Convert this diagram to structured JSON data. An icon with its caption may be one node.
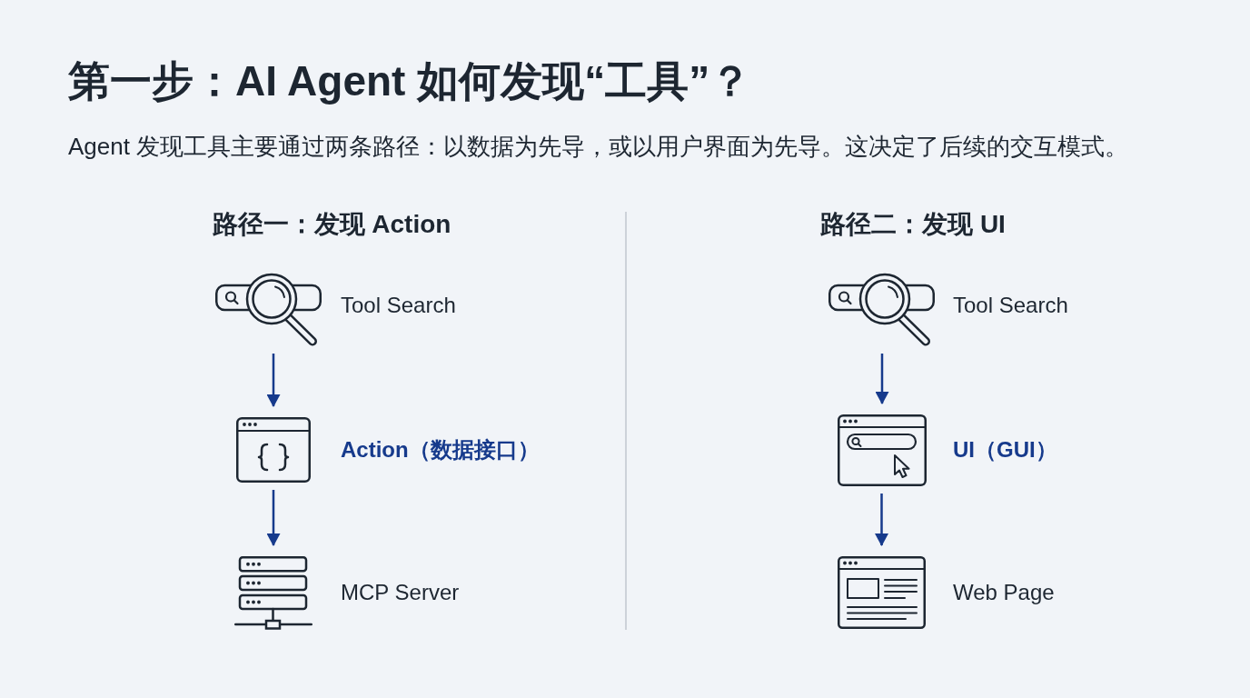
{
  "diagram": {
    "title": "第一步：AI Agent 如何发现“工具”？",
    "nodes": [
      {
        "text": [],
        "shape": "picture",
        "beside": [
          "Tool Search"
        ]
      },
      {
        "text": [],
        "shape": "picture",
        "beside": [
          "Action（数据接口）"
        ]
      },
      {
        "text": [],
        "shape": "picture",
        "beside": [
          "MCP Server"
        ]
      },
      {
        "text": [],
        "shape": "picture",
        "beside": [
          "Tool Search"
        ]
      },
      {
        "text": [],
        "shape": "picture",
        "beside": [
          "UI（GUI）"
        ]
      },
      {
        "text": [],
        "shape": "picture",
        "beside": [
          "Web Page"
        ]
      }
    ],
    "edges": [
      {
        "from": 0,
        "to": 1,
        "arrow": "to"
      },
      {
        "from": 1,
        "to": 2,
        "arrow": "to"
      },
      {
        "from": 3,
        "to": 4,
        "arrow": "to"
      },
      {
        "from": 4,
        "to": 5,
        "arrow": "to"
      }
    ],
    "labels": [
      "Agent 发现工具主要通过两条路径：以数据为先导，或以用户界面为先导。这决定了后续的交互模式。",
      "路径一：发现 Action",
      "路径二：发现 UI"
    ]
  }
}
